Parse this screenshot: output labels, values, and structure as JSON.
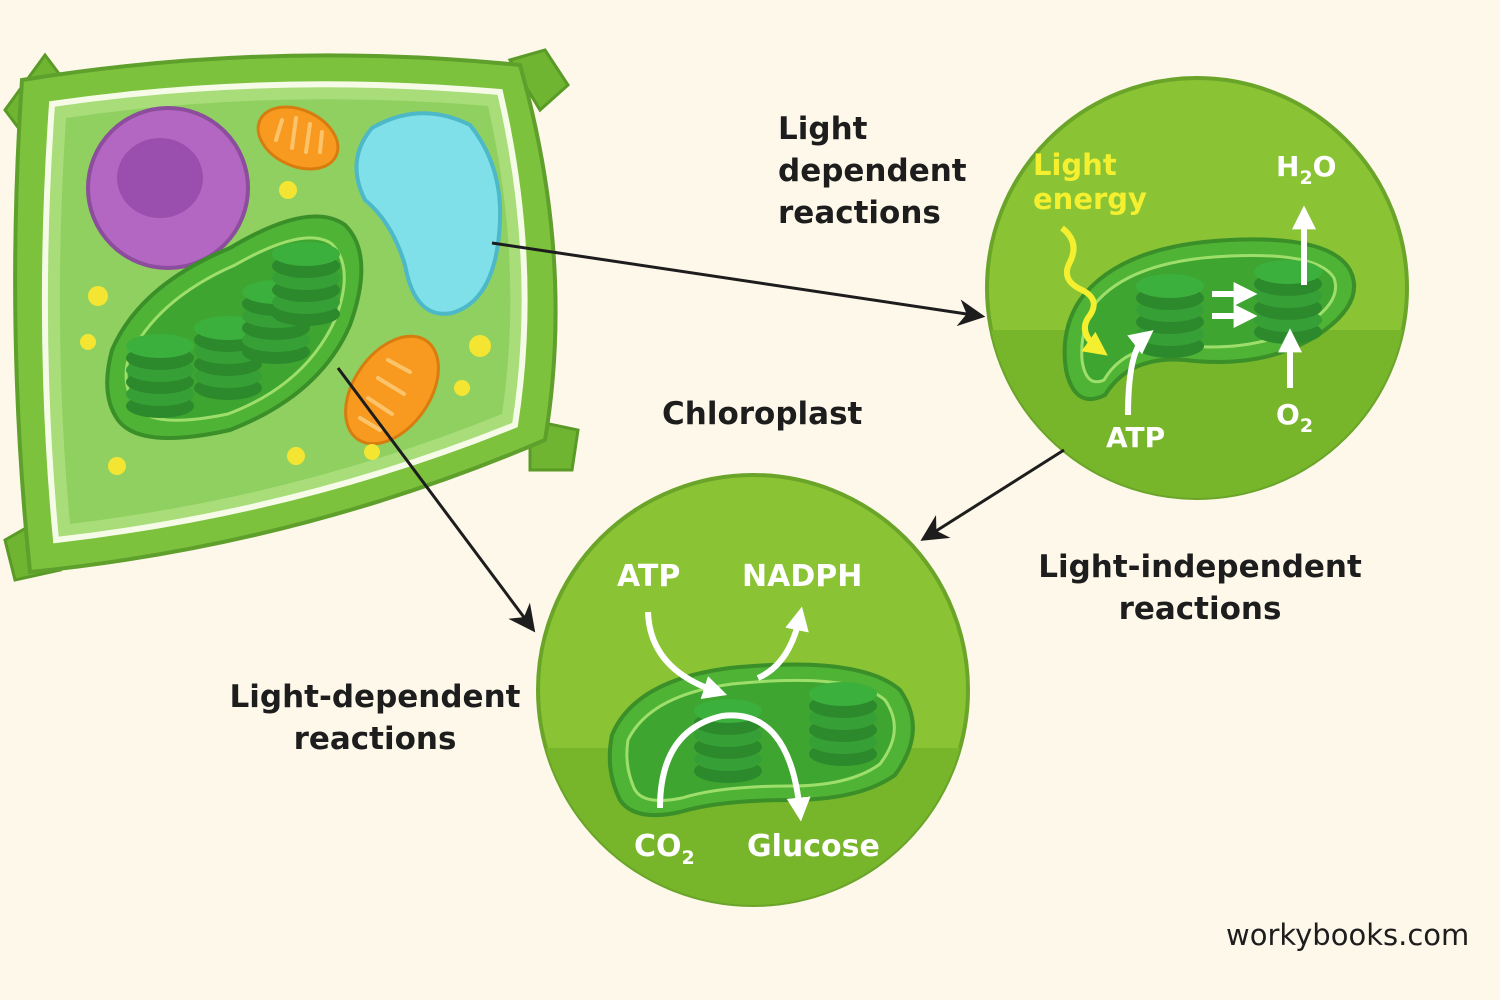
{
  "labels": {
    "top_right": {
      "line1": "Light",
      "line2": "dependent",
      "line3": "reactions"
    },
    "chloroplast": "Chloroplast",
    "light_independent": {
      "line1": "Light-independent",
      "line2": "reactions"
    },
    "bottom_left": {
      "line1": "Light-dependent",
      "line2": "reactions"
    }
  },
  "light_circle": {
    "light_energy": {
      "line1": "Light",
      "line2": "energy"
    },
    "h2o": {
      "main": "H",
      "sub": "2",
      "tail": "O"
    },
    "atp": "ATP",
    "o2": {
      "main": "O",
      "sub": "2"
    }
  },
  "calvin_circle": {
    "atp": "ATP",
    "nadph": "NADPH",
    "co2": {
      "main": "CO",
      "sub": "2"
    },
    "glucose": "Glucose"
  },
  "credit": "workybooks.com",
  "colors": {
    "background": "#fdf8e9",
    "cell_wall": "#7cc23d",
    "cytoplasm": "#8fd060",
    "nucleus": "#b366c2",
    "vacuole": "#7fe0ea",
    "mitochondria": "#f79a1f",
    "chloroplast": "#4fb335",
    "circle_fill": "#8ac334",
    "light_arrow": "#f4ef2f"
  }
}
